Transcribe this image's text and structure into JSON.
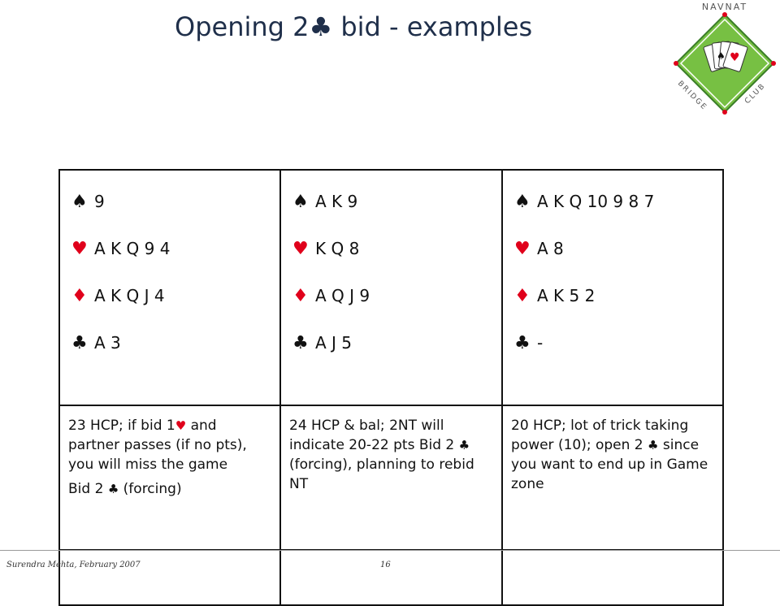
{
  "slide": {
    "title": "Opening 2♣ bid - examples",
    "footer_author": "Surendra Mehta, February 2007",
    "page_number": "16"
  },
  "logo": {
    "text_top": "NAVNAT",
    "text_left": "BRIDGE",
    "text_right": "CLUB",
    "colors": {
      "diamond": "#77c043",
      "border": "#3a7d28",
      "text": "#555555"
    }
  },
  "hands": [
    {
      "spades": "9",
      "hearts": "A K Q 9 4",
      "diamonds": "A K Q J 4",
      "clubs": "A 3",
      "desc_p1": "23 HCP; if bid 1♥ and partner passes (if no pts), you will miss the game",
      "desc_p2": "Bid 2 ♣ (forcing)"
    },
    {
      "spades": "A K 9",
      "hearts": "K Q 8",
      "diamonds": "A Q J 9",
      "clubs": "A J 5",
      "desc_p1": "24 HCP & bal; 2NT will indicate 20-22 pts Bid 2 ♣ (forcing), planning to rebid NT",
      "desc_p2": ""
    },
    {
      "spades": "A K Q 10 9 8 7",
      "hearts": "A 8",
      "diamonds": "A K 5 2",
      "clubs": "-",
      "desc_p1": "20 HCP; lot of trick taking power (10); open 2 ♣ since you want to end up in Game zone",
      "desc_p2": ""
    }
  ],
  "suits": {
    "spade": "♠",
    "heart": "♥",
    "diamond": "♦",
    "club": "♣"
  },
  "colors": {
    "red_suit": "#e0001b",
    "title": "#1f2f4a"
  }
}
